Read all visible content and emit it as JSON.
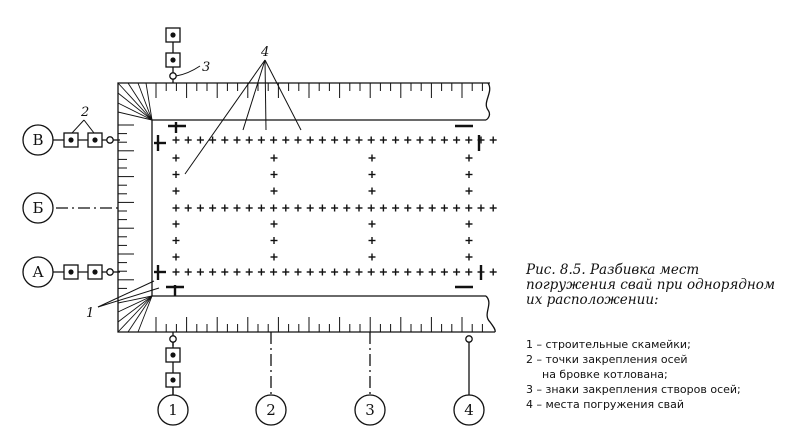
{
  "axes": {
    "rows": [
      "В",
      "Б",
      "А"
    ],
    "columns": [
      "1",
      "2",
      "3",
      "4"
    ]
  },
  "callouts": {
    "c1": "1",
    "c2": "2",
    "c3": "3",
    "c4": "4"
  },
  "caption": {
    "line1": "Рис. 8.5. Разбивка мест",
    "line2": "погружения свай при однорядном",
    "line3": "их расположении:"
  },
  "legend": {
    "item1": "1 – строительные скамейки;",
    "item2a": "2 – точки закрепления осей",
    "item2b": "на бровке котлована;",
    "item3": "3 – знаки закрепления створов осей;",
    "item4": "4 – места погружения свай"
  },
  "colors": {
    "ink": "#111111",
    "background": "#ffffff"
  }
}
